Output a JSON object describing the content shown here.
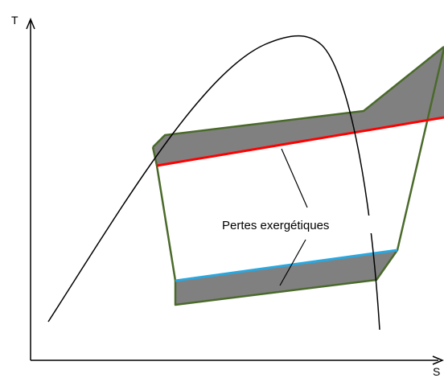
{
  "axes": {
    "y_label": "T",
    "x_label": "S"
  },
  "annotation": {
    "text": "Pertes exergétiques"
  },
  "colors": {
    "axis": "#000000",
    "saturation_curve": "#000000",
    "cycle_outline": "#4a6a2a",
    "loss_fill": "#808080",
    "hot_stream": "#ff0000",
    "cold_stream": "#29a8e0"
  }
}
